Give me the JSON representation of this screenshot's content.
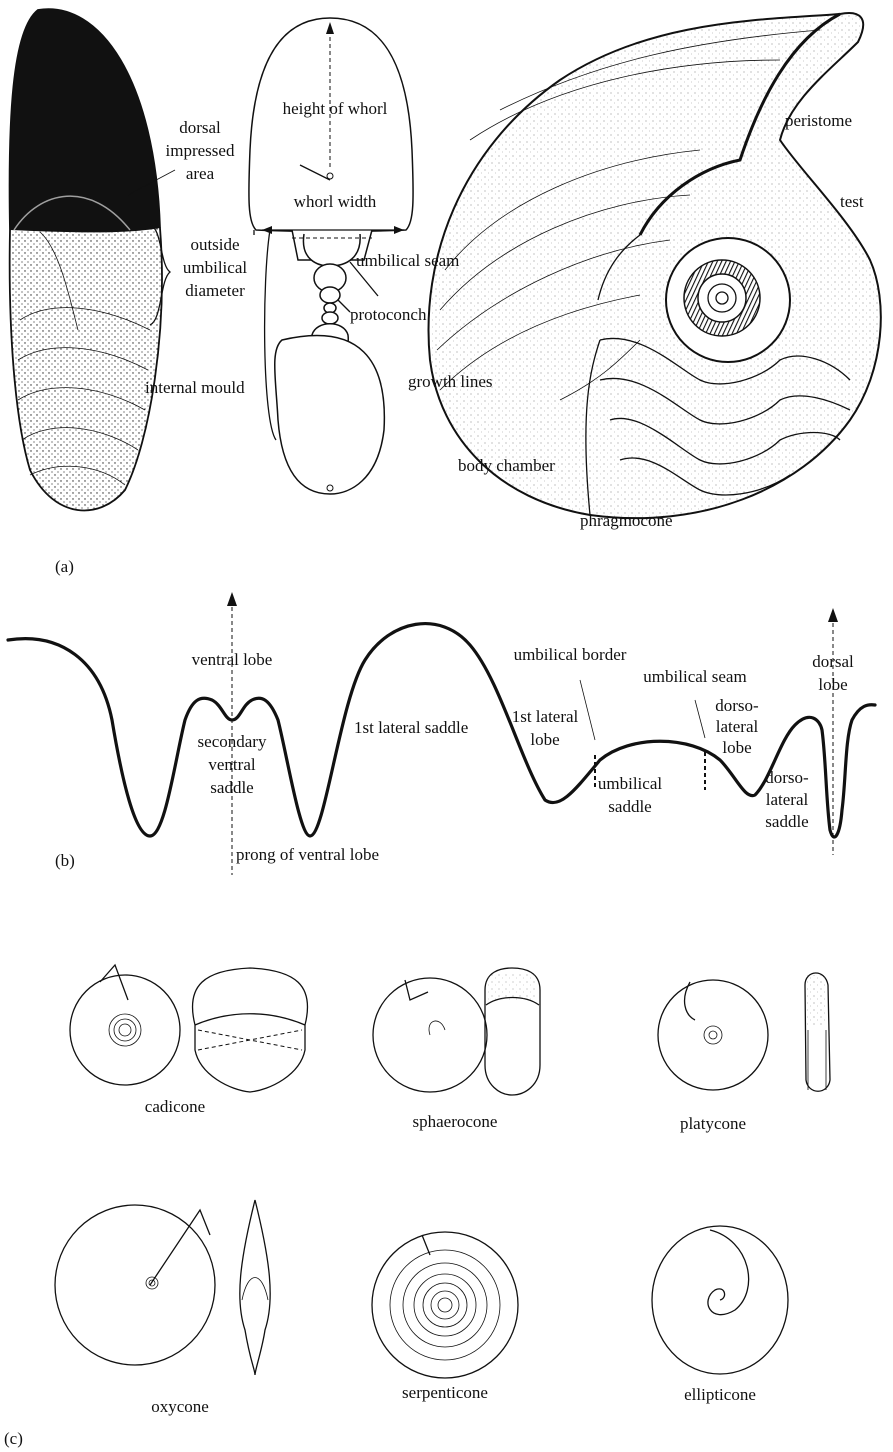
{
  "panels": {
    "a": {
      "label": "(a)",
      "dorsal_impressed_area": [
        "dorsal",
        "impressed",
        "area"
      ],
      "outside_umbilical_diameter": [
        "outside",
        "umbilical",
        "diameter"
      ],
      "internal_mould": "internal mould",
      "height_of_whorl": "height of whorl",
      "whorl_width": "whorl width",
      "umbilical_seam": "umbilical seam",
      "protoconch": "protoconch",
      "peristome": "peristome",
      "test": "test",
      "growth_lines": "growth lines",
      "body_chamber": "body chamber",
      "phragmocone": "phragmocone"
    },
    "b": {
      "label": "(b)",
      "ventral_lobe": "ventral lobe",
      "secondary_ventral_saddle": [
        "secondary",
        "ventral",
        "saddle"
      ],
      "prong_of_ventral_lobe": "prong of ventral lobe",
      "first_lateral_saddle": "1st lateral saddle",
      "first_lateral_lobe": [
        "1st lateral",
        "lobe"
      ],
      "umbilical_border": "umbilical border",
      "umbilical_saddle": [
        "umbilical",
        "saddle"
      ],
      "umbilical_seam": "umbilical seam",
      "dorsolateral_lobe": [
        "dorso-",
        "lateral",
        "lobe"
      ],
      "dorsolateral_saddle": [
        "dorso-",
        "lateral",
        "saddle"
      ],
      "dorsal_lobe": [
        "dorsal",
        "lobe"
      ]
    },
    "c": {
      "label": "(c)",
      "shapes": [
        "cadicone",
        "sphaerocone",
        "platycone",
        "oxycone",
        "serpenticone",
        "ellipticone"
      ]
    }
  }
}
